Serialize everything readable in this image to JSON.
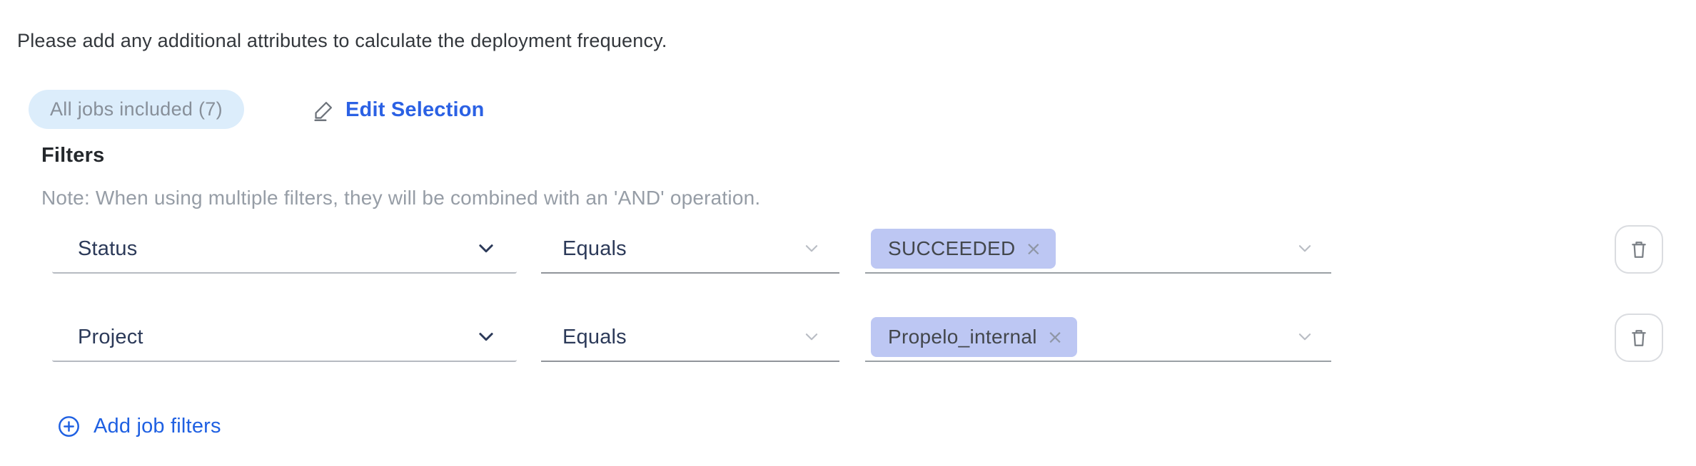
{
  "intro_text": "Please add any additional attributes to calculate the deployment frequency.",
  "jobs_pill": {
    "label": "All jobs included (7)"
  },
  "edit_selection": {
    "label": "Edit Selection"
  },
  "filters": {
    "heading": "Filters",
    "note": "Note: When using multiple filters, they will be combined with an 'AND' operation.",
    "rows": [
      {
        "attribute": "Status",
        "operator": "Equals",
        "values": [
          "SUCCEEDED"
        ]
      },
      {
        "attribute": "Project",
        "operator": "Equals",
        "values": [
          "Propelo_internal"
        ]
      }
    ],
    "add_button": {
      "label": "Add job filters"
    }
  },
  "glyphs": {
    "remove_tag": "×"
  },
  "colors": {
    "link_blue": "#2b61e4",
    "pill_bg": "#dcedfb",
    "pill_text": "#878f99",
    "tag_bg": "#bdc7f3",
    "tag_text": "#43474c",
    "select_text": "#2c3a59",
    "note_text": "#969da6",
    "underline_gray": "#9aa0a5"
  }
}
